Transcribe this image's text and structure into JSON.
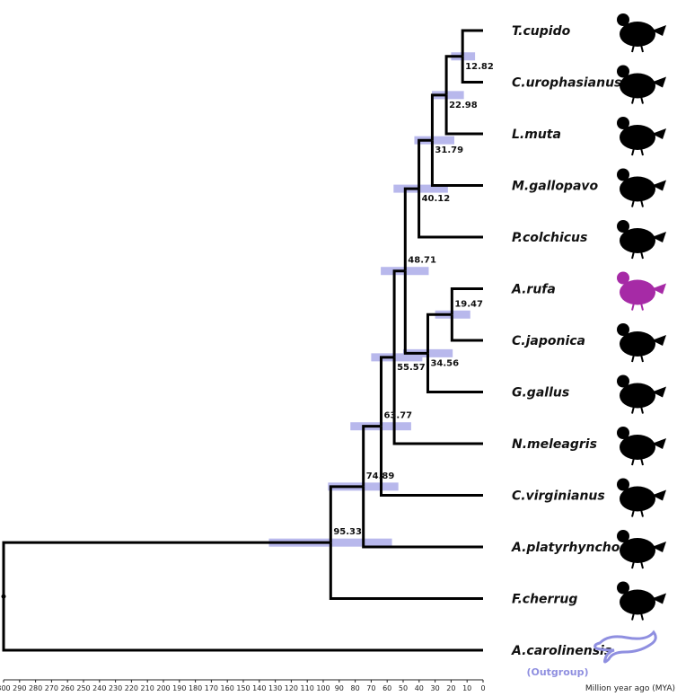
{
  "taxa": [
    {
      "name": "T.cupido",
      "icon": "grouse-icon"
    },
    {
      "name": "C.urophasianus",
      "icon": "sage-grouse-icon"
    },
    {
      "name": "L.muta",
      "icon": "ptarmigan-icon"
    },
    {
      "name": "M.gallopavo",
      "icon": "turkey-icon"
    },
    {
      "name": "P.colchicus",
      "icon": "pheasant-icon"
    },
    {
      "name": "A.rufa",
      "icon": "partridge-icon"
    },
    {
      "name": "C.japonica",
      "icon": "quail-icon"
    },
    {
      "name": "G.gallus",
      "icon": "rooster-icon"
    },
    {
      "name": "N.meleagris",
      "icon": "guineafowl-icon"
    },
    {
      "name": "C.virginianus",
      "icon": "bobwhite-icon"
    },
    {
      "name": "A.platyrhynchos",
      "icon": "duck-icon"
    },
    {
      "name": "F.cherrug",
      "icon": "falcon-icon"
    },
    {
      "name": "A.carolinensis",
      "icon": "lizard-icon"
    }
  ],
  "outgroup_label": "(Outgroup)",
  "nodes": [
    {
      "id": "n1282",
      "age": 12.82,
      "label": "12.82",
      "ci": [
        5,
        20
      ]
    },
    {
      "id": "n2298",
      "age": 22.98,
      "label": "22.98",
      "ci": [
        12,
        32
      ]
    },
    {
      "id": "n3179",
      "age": 31.79,
      "label": "31.79",
      "ci": [
        18,
        43
      ]
    },
    {
      "id": "n4012",
      "age": 40.12,
      "label": "40.12",
      "ci": [
        22,
        56
      ]
    },
    {
      "id": "n4871",
      "age": 48.71,
      "label": "48.71",
      "ci": [
        34,
        64
      ]
    },
    {
      "id": "n1947",
      "age": 19.47,
      "label": "19.47",
      "ci": [
        8,
        30
      ]
    },
    {
      "id": "n3456",
      "age": 34.56,
      "label": "34.56",
      "ci": [
        19,
        50
      ]
    },
    {
      "id": "n5557",
      "age": 55.57,
      "label": "55.57",
      "ci": [
        38,
        70
      ]
    },
    {
      "id": "n6377",
      "age": 63.77,
      "label": "63.77",
      "ci": [
        45,
        83
      ]
    },
    {
      "id": "n7489",
      "age": 74.89,
      "label": "74.89",
      "ci": [
        53,
        97
      ]
    },
    {
      "id": "n9533",
      "age": 95.33,
      "label": "95.33",
      "ci": [
        57,
        134
      ]
    },
    {
      "id": "root",
      "age": 300,
      "label": "",
      "ci": null
    }
  ],
  "axis": {
    "title": "Million year ago (MYA)",
    "max": 300,
    "ticks": [
      300,
      290,
      280,
      270,
      260,
      250,
      240,
      230,
      220,
      210,
      200,
      190,
      180,
      170,
      160,
      150,
      140,
      130,
      120,
      110,
      100,
      90,
      80,
      70,
      60,
      50,
      40,
      30,
      20,
      10,
      0
    ],
    "tick_labels": [
      "300",
      "290",
      "280",
      "270",
      "260",
      "250",
      "240",
      "230",
      "220",
      "210",
      "200",
      "190",
      "180",
      "170",
      "160",
      "150",
      "140",
      "130",
      "120",
      "110",
      "100",
      "90",
      "80",
      "70",
      "60",
      "50",
      "40",
      "30",
      "20",
      "10",
      "0"
    ]
  },
  "colors": {
    "branch": "#000000",
    "ci_bar": "#b8b8ec",
    "ci_center": "#1a1a8a",
    "highlight_taxon_icon": "#a62aa6",
    "outgroup_icon": "#8f8fe0",
    "icon": "#000000"
  }
}
